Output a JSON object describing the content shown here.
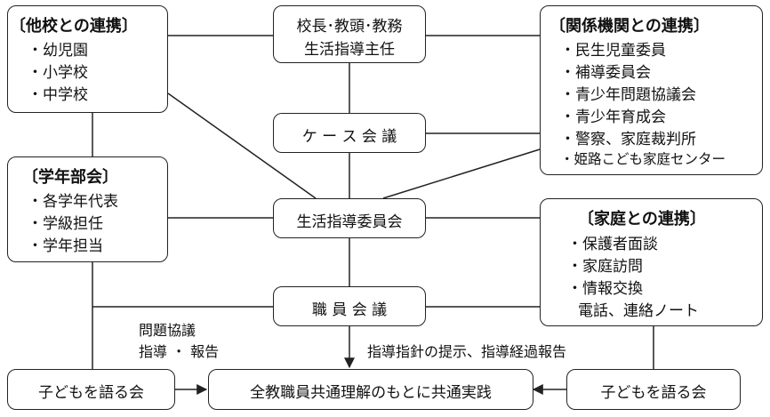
{
  "boxes": {
    "other_schools": {
      "title": "〔他校との連携〕",
      "items": [
        "・幼児園",
        "・小学校",
        "・中学校"
      ]
    },
    "principal": {
      "lines": [
        "校長･教頭･教務",
        "生活指導主任"
      ]
    },
    "agencies": {
      "title": "〔関係機関との連携〕",
      "items": [
        "・民生児童委員",
        "・補導委員会",
        "・青少年問題協議会",
        "・青少年育成会",
        "・警察、家庭裁判所",
        "・姫路こども家庭センター"
      ]
    },
    "case_meeting": {
      "label": "ケ ー ス 会 議"
    },
    "grade_dept": {
      "title": "〔学年部会〕",
      "items": [
        "・各学年代表",
        "・学級担任",
        "・学年担当"
      ]
    },
    "guidance_committee": {
      "label": "生活指導委員会"
    },
    "home": {
      "title": "〔家庭との連携〕",
      "items": [
        "・保護者面談",
        "・家庭訪問",
        "・情報交換",
        "電話、連絡ノート"
      ]
    },
    "staff_meeting": {
      "label": "職 員 会 議"
    },
    "talk_left": {
      "label": "子どもを語る会"
    },
    "common_practice": {
      "label": "全教職員共通理解のもとに共通実践"
    },
    "talk_right": {
      "label": "子どもを語る会"
    }
  },
  "edge_labels": {
    "left_line1": "問題協議",
    "left_line2": "指導 ・ 報告",
    "center": "指導指針の提示、指導経過報告"
  }
}
